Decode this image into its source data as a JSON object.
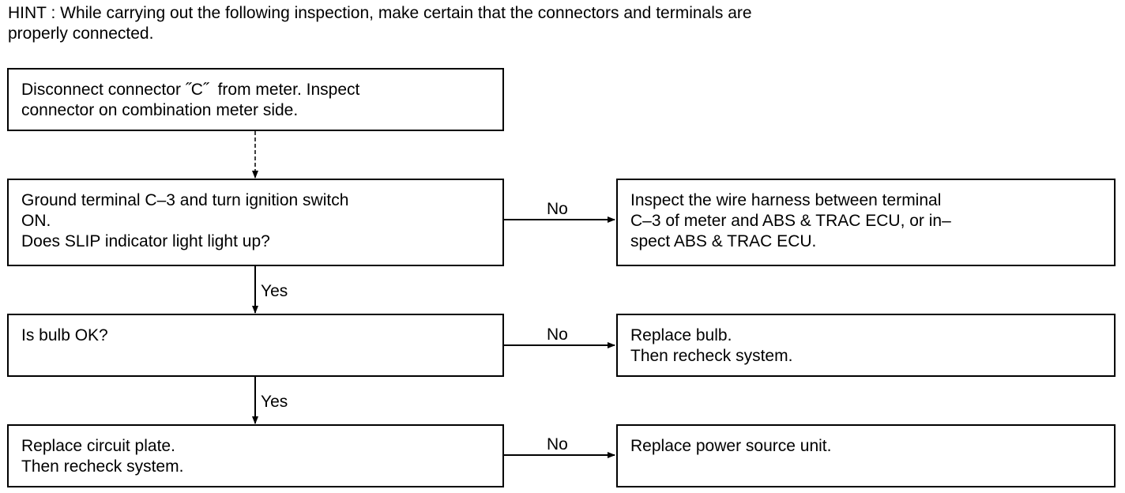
{
  "hint": {
    "lines": [
      "HINT : While carrying out the following inspection, make certain that the connectors and terminals are",
      "properly connected."
    ]
  },
  "steps": [
    {
      "lines": [
        "Disconnect connector ˝C˝  from meter. Inspect",
        "connector on combination meter side."
      ]
    },
    {
      "lines": [
        "Ground terminal C–3 and turn ignition switch",
        "ON.",
        "Does SLIP indicator light light up?"
      ]
    },
    {
      "lines": [
        "Is bulb OK?"
      ]
    },
    {
      "lines": [
        "Replace circuit plate.",
        "Then recheck system."
      ]
    }
  ],
  "results": [
    {
      "lines": [
        "Inspect the wire harness between terminal",
        "C–3 of meter and ABS & TRAC ECU, or in–",
        "spect ABS & TRAC ECU."
      ]
    },
    {
      "lines": [
        "Replace bulb.",
        "Then recheck system."
      ]
    },
    {
      "lines": [
        "Replace power source unit."
      ]
    }
  ],
  "labels": {
    "no": "No",
    "yes": "Yes"
  }
}
